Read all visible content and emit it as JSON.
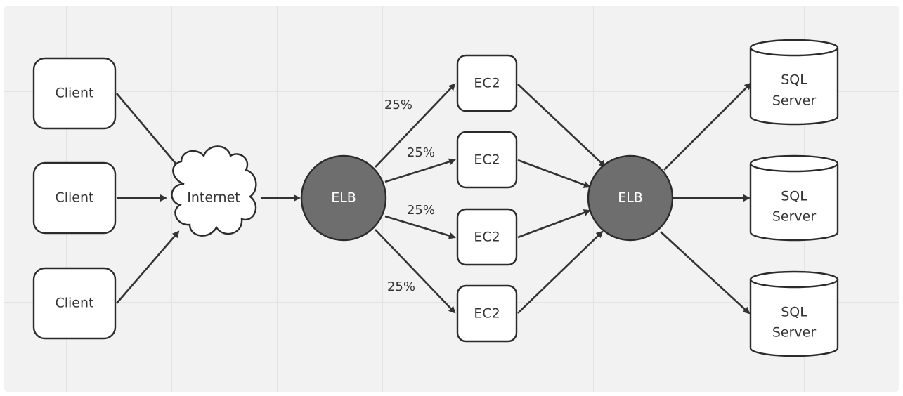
{
  "diagram": {
    "clients": [
      "Client",
      "Client",
      "Client"
    ],
    "internet": "Internet",
    "elb_left": "ELB",
    "elb_right": "ELB",
    "ec2": [
      "EC2",
      "EC2",
      "EC2",
      "EC2"
    ],
    "percentages": [
      "25%",
      "25%",
      "25%",
      "25%"
    ],
    "sql_servers": [
      {
        "line1": "SQL",
        "line2": "Server"
      },
      {
        "line1": "SQL",
        "line2": "Server"
      },
      {
        "line1": "SQL",
        "line2": "Server"
      }
    ]
  },
  "colors": {
    "canvas": "#f2f2f2",
    "grid": "#e3e3e3",
    "node_fill": "#ffffff",
    "stroke": "#2b2b2b",
    "elb_fill": "#6e6e6e"
  }
}
